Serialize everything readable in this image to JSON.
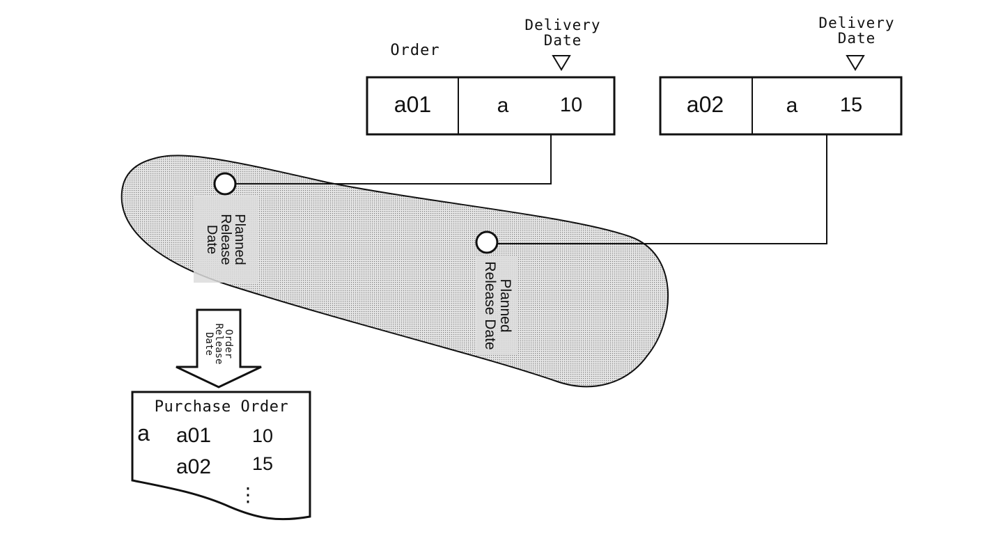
{
  "order_header": "Order",
  "delivery_date_label": "Delivery\nDate",
  "orders": [
    {
      "code": "a01",
      "item": "a",
      "value": "10"
    },
    {
      "code": "a02",
      "item": "a",
      "value": "15"
    }
  ],
  "planned_release_date": "Planned\nRelease\nDate",
  "planned_release_date_2": "Planned\nRelease Date",
  "order_release_date": "Order\nRelease\nDate",
  "purchase_order": {
    "title": "Purchase Order",
    "item": "a",
    "rows": [
      {
        "code": "a01",
        "value": "10"
      },
      {
        "code": "a02",
        "value": "15"
      }
    ],
    "continuation": "⋮"
  },
  "colors": {
    "line": "#111111",
    "shade": "#cfcfcf",
    "label_bg": "#dcdcdc"
  }
}
